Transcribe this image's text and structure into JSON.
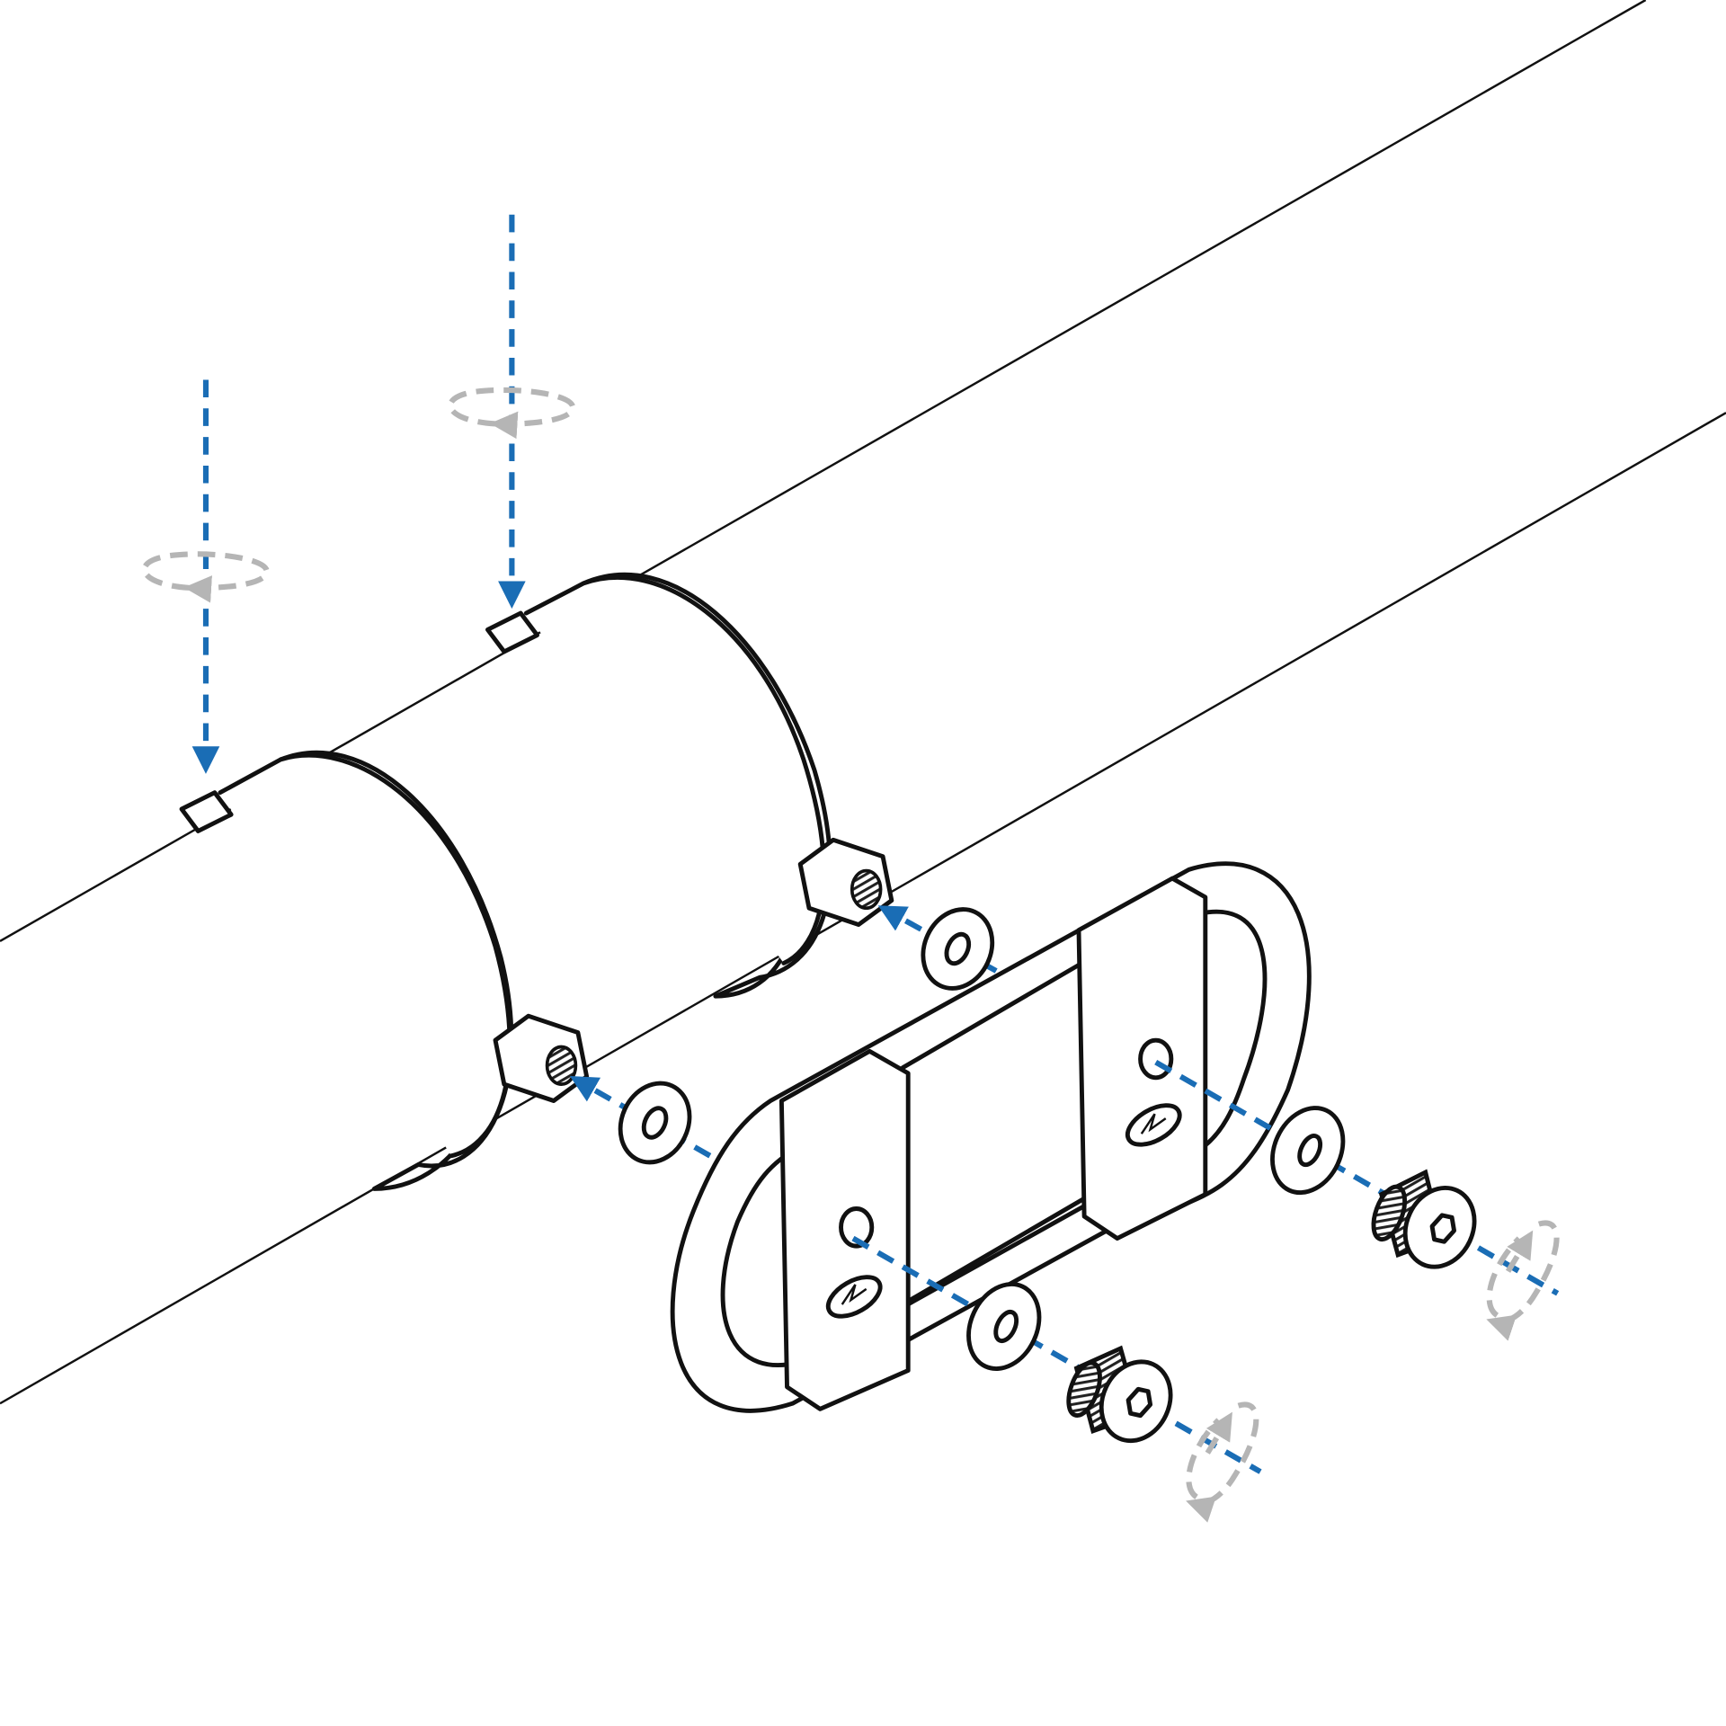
{
  "diagram": {
    "kind": "exploded assembly illustration",
    "colors": {
      "line": "#111111",
      "motion_arrow": "#1a6db5",
      "rotation_indicator": "#b5b5b5",
      "background": "#ffffff"
    },
    "parts": [
      "pipe",
      "clamp",
      "clamp",
      "hex-nut",
      "hex-nut",
      "washer",
      "washer",
      "washer",
      "washer",
      "loop-bracket",
      "button-head-screw",
      "button-head-screw"
    ],
    "icons": [
      "arrow-down-icon",
      "rotate-icon",
      "arrow-insert-icon"
    ]
  }
}
